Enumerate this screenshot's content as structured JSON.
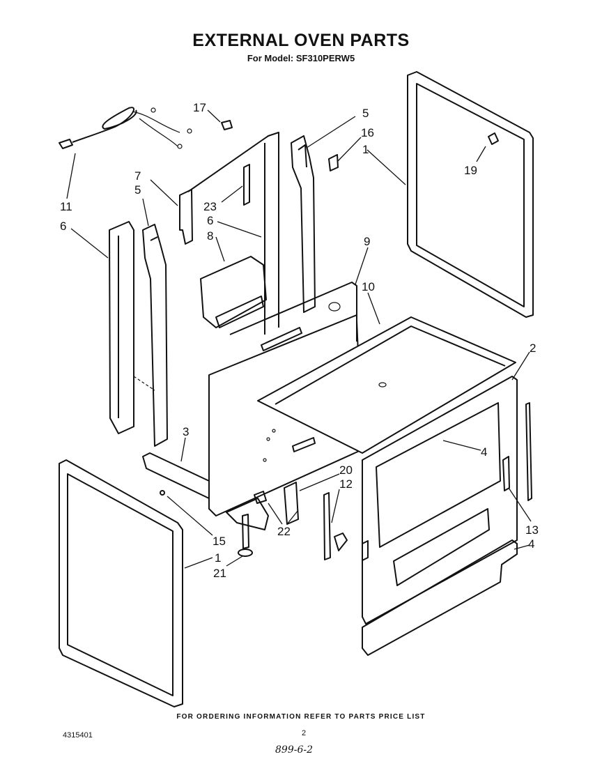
{
  "header": {
    "title": "EXTERNAL OVEN PARTS",
    "model_line": "For Model: SF310PERW5"
  },
  "callouts": {
    "c1a": "1",
    "c1b": "1",
    "c2": "2",
    "c3": "3",
    "c4a": "4",
    "c4b": "4",
    "c5a": "5",
    "c5b": "5",
    "c6a": "6",
    "c6b": "6",
    "c7": "7",
    "c8": "8",
    "c9": "9",
    "c10": "10",
    "c11": "11",
    "c12": "12",
    "c13": "13",
    "c15": "15",
    "c16": "16",
    "c17": "17",
    "c19": "19",
    "c20": "20",
    "c21": "21",
    "c22": "22",
    "c23": "23"
  },
  "footer": {
    "ordering_note": "FOR ORDERING INFORMATION REFER TO PARTS PRICE LIST",
    "doc_number": "4315401",
    "page_number": "2",
    "handwritten_note": "899-6-2"
  }
}
